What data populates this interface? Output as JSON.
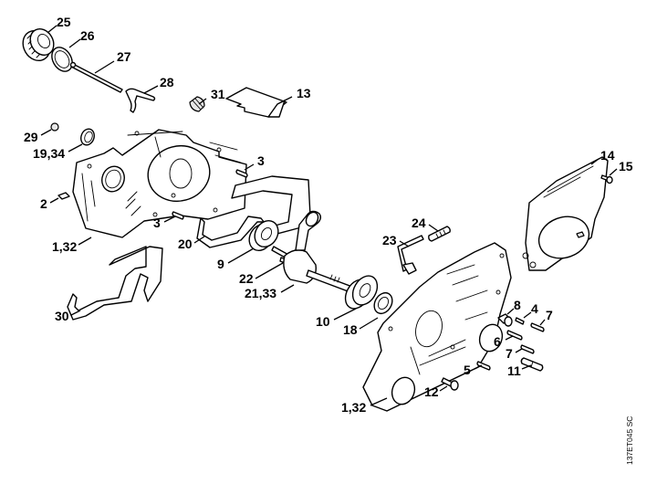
{
  "diagram": {
    "title": "Crankcase exploded parts view",
    "reference_code": "137ET045 SC",
    "colors": {
      "line": "#000000",
      "background": "#ffffff"
    },
    "callouts": [
      {
        "id": "c25",
        "label": "25",
        "part": "rewind starter pulley ring"
      },
      {
        "id": "c26",
        "label": "26",
        "part": "washer ring"
      },
      {
        "id": "c27",
        "label": "27",
        "part": "rod"
      },
      {
        "id": "c28",
        "label": "28",
        "part": "bracket"
      },
      {
        "id": "c31",
        "label": "31",
        "part": "grommet"
      },
      {
        "id": "c13",
        "label": "13",
        "part": "baffle plate"
      },
      {
        "id": "c29",
        "label": "29",
        "part": "nut"
      },
      {
        "id": "c1934",
        "label": "19,34",
        "part": "oil seal"
      },
      {
        "id": "c3a",
        "label": "3",
        "part": "dowel pin upper"
      },
      {
        "id": "c2",
        "label": "2",
        "part": "plug"
      },
      {
        "id": "c3b",
        "label": "3",
        "part": "dowel pin lower"
      },
      {
        "id": "c132a",
        "label": "1,32",
        "part": "crankcase half left"
      },
      {
        "id": "c20",
        "label": "20",
        "part": "gasket"
      },
      {
        "id": "c9",
        "label": "9",
        "part": "ball bearing"
      },
      {
        "id": "c22",
        "label": "22",
        "part": "woodruff key"
      },
      {
        "id": "c2133",
        "label": "21,33",
        "part": "crankshaft"
      },
      {
        "id": "c30",
        "label": "30",
        "part": "gasket"
      },
      {
        "id": "c10",
        "label": "10",
        "part": "ball bearing"
      },
      {
        "id": "c18",
        "label": "18",
        "part": "oil seal"
      },
      {
        "id": "c24",
        "label": "24",
        "part": "fitting"
      },
      {
        "id": "c23",
        "label": "23",
        "part": "tube"
      },
      {
        "id": "c14",
        "label": "14",
        "part": "chain side cover plate"
      },
      {
        "id": "c15",
        "label": "15",
        "part": "screw"
      },
      {
        "id": "c8",
        "label": "8",
        "part": "sleeve"
      },
      {
        "id": "c4",
        "label": "4",
        "part": "screw"
      },
      {
        "id": "c7a",
        "label": "7",
        "part": "stud upper"
      },
      {
        "id": "c6",
        "label": "6",
        "part": "pin"
      },
      {
        "id": "c7b",
        "label": "7",
        "part": "stud lower"
      },
      {
        "id": "c5",
        "label": "5",
        "part": "screw"
      },
      {
        "id": "c11",
        "label": "11",
        "part": "collar stud"
      },
      {
        "id": "c12",
        "label": "12",
        "part": "screw"
      },
      {
        "id": "c132b",
        "label": "1,32",
        "part": "crankcase half right"
      }
    ]
  }
}
